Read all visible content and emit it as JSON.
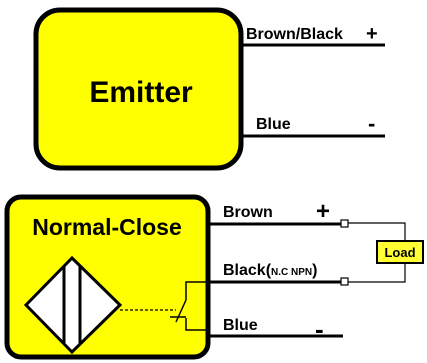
{
  "colors": {
    "box_fill": "#ffff00",
    "load_fill": "#ffff33",
    "stroke": "#000000",
    "background": "#ffffff"
  },
  "emitter": {
    "title": "Emitter",
    "wires": [
      {
        "label": "Brown/Black",
        "polarity": "+"
      },
      {
        "label": "Blue",
        "polarity": "-"
      }
    ]
  },
  "receiver": {
    "title": "Normal-Close",
    "symbol": "proximity-sensor-diamond-icon",
    "wires": [
      {
        "label": "Brown",
        "polarity": "+"
      },
      {
        "label": "Black(",
        "sublabel": "N.C NPN",
        "label_end": ")"
      },
      {
        "label": "Blue",
        "polarity": "-"
      }
    ],
    "load_label": "Load"
  }
}
